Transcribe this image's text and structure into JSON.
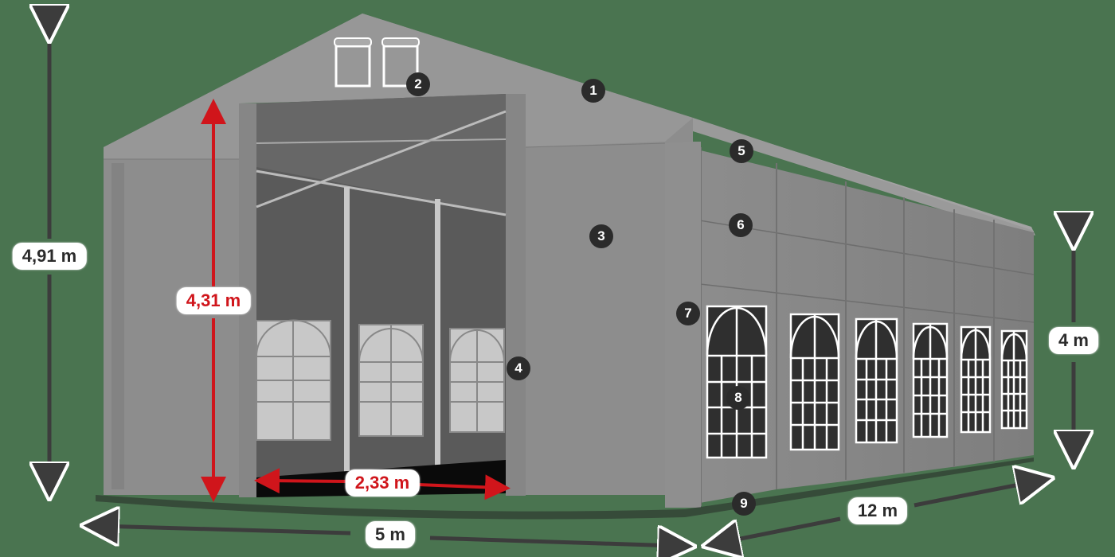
{
  "diagram": {
    "subject": "Hall tent with arched windows, front entrance open",
    "colors": {
      "background": "#4a7450",
      "tent": "#8a8a8a",
      "dimension_arrow": "#3c3c3c",
      "entrance_dimension": "#d0151b",
      "marker": "#2b2b2b"
    },
    "dimensions": {
      "total_height": "4,91 m",
      "entrance_height": "4,31 m",
      "entrance_width": "2,33 m",
      "side_height": "4 m",
      "length": "12 m",
      "width": "5 m"
    },
    "markers": [
      {
        "id": "1",
        "label": "1"
      },
      {
        "id": "2",
        "label": "2"
      },
      {
        "id": "3",
        "label": "3"
      },
      {
        "id": "4",
        "label": "4"
      },
      {
        "id": "5",
        "label": "5"
      },
      {
        "id": "6",
        "label": "6"
      },
      {
        "id": "7",
        "label": "7"
      },
      {
        "id": "8",
        "label": "8"
      },
      {
        "id": "9",
        "label": "9"
      }
    ],
    "side_windows_count": 6,
    "interior_windows_count": 3
  }
}
